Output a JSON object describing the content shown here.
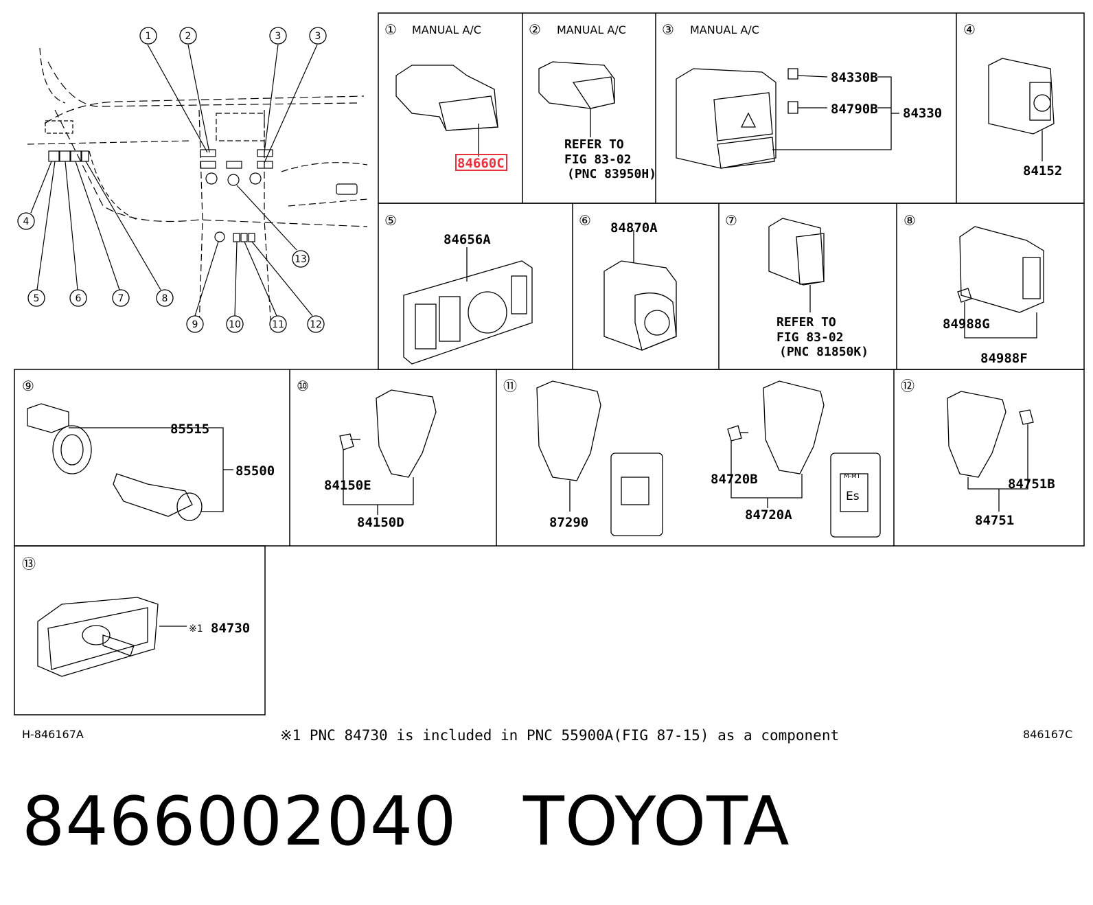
{
  "callouts": [
    "①",
    "②",
    "③",
    "④",
    "⑤",
    "⑥",
    "⑦",
    "⑧",
    "⑨",
    "⑩",
    "⑪",
    "⑫",
    "⑬"
  ],
  "overview_callouts": [
    "①",
    "②",
    "③",
    "③",
    "④",
    "⑤",
    "⑥",
    "⑦",
    "⑧",
    "⑨",
    "⑩",
    "⑪",
    "⑫",
    "⑬"
  ],
  "panels": {
    "p1": {
      "title": "MANUAL A/C",
      "codes": [
        "84660C"
      ],
      "highlight": "#e8303a"
    },
    "p2": {
      "title": "MANUAL A/C",
      "refer": [
        "REFER TO",
        "FIG 83-02",
        "(PNC 83950H)"
      ]
    },
    "p3": {
      "title": "MANUAL A/C",
      "codes": [
        "84330B",
        "84790B",
        "84330"
      ]
    },
    "p4": {
      "codes": [
        "84152"
      ]
    },
    "p5": {
      "codes": [
        "84656A"
      ]
    },
    "p6": {
      "codes": [
        "84870A"
      ]
    },
    "p7": {
      "refer": [
        "REFER TO",
        "FIG 83-02",
        "(PNC 81850K)"
      ]
    },
    "p8": {
      "codes": [
        "84988G",
        "84988F"
      ]
    },
    "p9": {
      "codes": [
        "85515",
        "85500"
      ]
    },
    "p10": {
      "codes": [
        "84150E",
        "84150D"
      ]
    },
    "p11": {
      "codes": [
        "87290",
        "84720B",
        "84720A"
      ],
      "labels": [
        "M-MT",
        "Es"
      ]
    },
    "p12": {
      "codes": [
        "84751B",
        "84751"
      ]
    },
    "p13": {
      "codes": [
        "84730"
      ],
      "note_mark": "※1"
    }
  },
  "footer": {
    "left": "H-846167A",
    "note": "※1 PNC 84730 is included in PNC 55900A(FIG 87-15) as a component",
    "right": "846167C"
  },
  "part_number": "8466002040",
  "brand": "TOYOTA"
}
